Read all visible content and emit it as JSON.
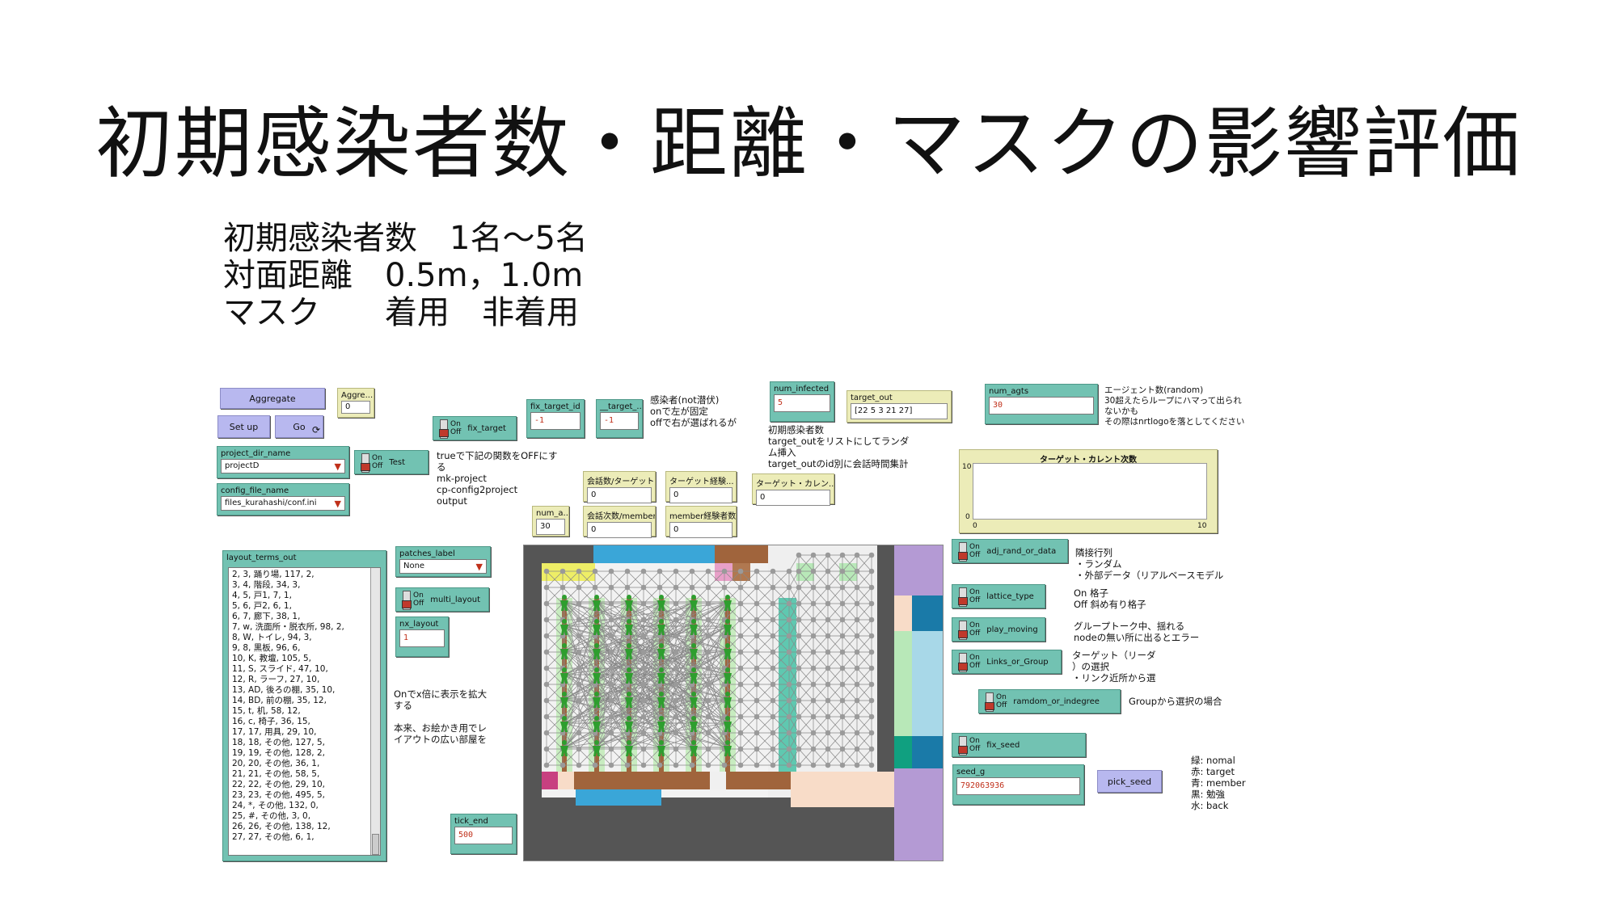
{
  "slide": {
    "title": "初期感染者数・距離・マスクの影響評価",
    "lines": [
      "初期感染者数　1名～5名",
      "対面距離　0.5m，1.0m",
      "マスク　　着用　非着用"
    ]
  },
  "buttons": {
    "aggregate": "Aggregate",
    "setup": "Set up",
    "go": "Go",
    "go_forever": "⟳",
    "pick_seed": "pick_seed"
  },
  "monitors": {
    "aggre": {
      "label": "Aggre...",
      "value": "0"
    },
    "target_out": {
      "label": "target_out",
      "value": "[22 5 3 21 27]"
    },
    "conv_target": {
      "label": "会話数/ターゲット",
      "value": "0"
    },
    "target_exp": {
      "label": "ターゲット経験...",
      "value": "0"
    },
    "target_current": {
      "label": "ターゲット・カレン...",
      "value": "0"
    },
    "num_a": {
      "label": "num_a...",
      "value": "30"
    },
    "conv_member": {
      "label": "会話次数/member",
      "value": "0"
    },
    "member_exp": {
      "label": "member経験者数",
      "value": "0"
    }
  },
  "inputs": {
    "fix_target_id": {
      "label": "fix_target_id",
      "value": "-1"
    },
    "target_dots": {
      "label": "__target_...",
      "value": "-1"
    },
    "num_infected": {
      "label": "num_infected",
      "value": "5"
    },
    "num_agts": {
      "label": "num_agts",
      "value": "30"
    },
    "nx_layout": {
      "label": "nx_layout",
      "value": "1"
    },
    "tick_end": {
      "label": "tick_end",
      "value": "500"
    },
    "seed_g": {
      "label": "seed_g",
      "value": "792063936"
    }
  },
  "choosers": {
    "project_dir_name": {
      "label": "project_dir_name",
      "value": "projectD"
    },
    "config_file_name": {
      "label": "config_file_name",
      "value": "files_kurahashi/conf.ini"
    },
    "patches_label": {
      "label": "patches_label",
      "value": "None"
    }
  },
  "switches": {
    "on": "On",
    "off": "Off",
    "fix_target": "fix_target",
    "test": "Test",
    "multi_layout": "multi_layout",
    "adj_rand_or_data": "adj_rand_or_data",
    "lattice_type": "lattice_type",
    "play_moving": "play_moving",
    "links_or_group": "Links_or_Group",
    "ramdom_or_indegree": "ramdom_or_indegree",
    "fix_seed": "fix_seed"
  },
  "notes": {
    "test_note": "trueで下記の関数をOFFにす\nる\nmk-project\ncp-config2project\noutput",
    "infected_note": "感染者(not潜伏)\nonで左が固定\noffで右が選ばれるが",
    "init_note": "初期感染者数\ntarget_outをリストにしてランダ\nム挿入\ntarget_outのid別に会話時間集計",
    "agents_note": "エージェント数(random)\n30超えたらループにハマって出られ\nないかも\nその際はnrtlogoを落としてください",
    "adj_note": "隣接行列\n・ランダム\n・外部データ（リアルベースモデル",
    "lattice_note": "On 格子\nOff 斜め有り格子",
    "group_note": "グループトーク中、揺れる\nnodeの無い所に出るとエラー",
    "links_note": "ターゲット（リーダ\n）の選択\n・リンク近所から選",
    "group_select_note": "Groupから選択の場合",
    "layout_note": "Onでx倍に表示を拡大\nする\n\n本来、お絵かき用でレ\nイアウトの広い部屋を",
    "legend": "緑: nomal\n赤: target\n青: member\n黒: 勉強\n水: back"
  },
  "output": {
    "label": "layout_terms_out",
    "lines": [
      "2, 3, 踊り場, 117, 2,",
      "3, 4, 階段, 34, 3,",
      "4, 5, 戸1, 7, 1,",
      "5, 6, 戸2, 6, 1,",
      "6, 7, 廊下, 38, 1,",
      "7, w, 洗面所・脱衣所, 98, 2,",
      "8, W, トイレ, 94, 3,",
      "9, 8, 黒板, 96, 6,",
      "10, K, 教壇, 105, 5,",
      "11, S, スライド, 47, 10,",
      "12, R, ラーフ, 27, 10,",
      "13, AD, 後ろの棚, 35, 10,",
      "14, BD, 前の棚, 35, 12,",
      "15, t, 机, 58, 12,",
      "16, c, 椅子, 36, 15,",
      "17, 17, 用具, 29, 10,",
      "18, 18, その他, 127, 5,",
      "19, 19, その他, 128, 2,",
      "20, 20, その他, 36, 1,",
      "21, 21, その他, 58, 5,",
      "22, 22, その他, 29, 10,",
      "23, 23, その他, 495, 5,",
      "24, *, その他, 132, 0,",
      "25, #, その他, 3, 0,",
      "26, 26, その他, 138, 12,",
      "27, 27, その他, 6, 1,"
    ]
  },
  "plot": {
    "title": "ターゲット・カレント次数",
    "y_max": "10",
    "y_min": "0",
    "x_min": "0",
    "x_max": "10"
  },
  "colors": {
    "button": "#b8b8ef",
    "widget": "#72c2b2",
    "monitor": "#ececb8",
    "world_dark": "#555555",
    "node_gray": "#9a9a9a",
    "person_green": "#2e9e2e"
  }
}
